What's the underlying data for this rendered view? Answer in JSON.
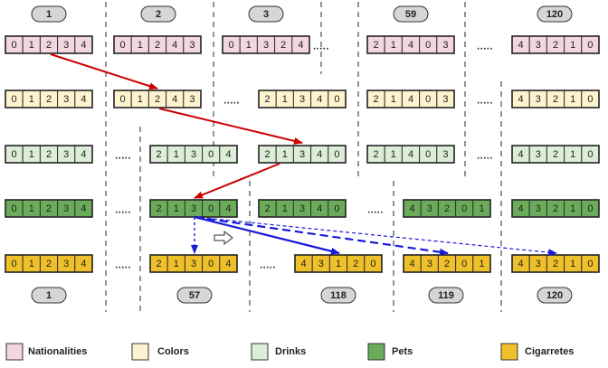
{
  "top_labels": [
    "1",
    "2",
    "3",
    "59",
    "120"
  ],
  "bottom_labels": [
    "1",
    "57",
    "118",
    "119",
    "120"
  ],
  "ellipsis": ".....",
  "colors": {
    "Nationalities": "#f2d7e0",
    "Colors": "#fdf3cf",
    "Drinks": "#dcedd8",
    "Pets": "#6aac5a",
    "Cigarretes": "#f0c02a",
    "red_arrow": "#cc0000",
    "blue_arrow": "#1a1adb"
  },
  "rows": [
    {
      "category": "Nationalities",
      "items": [
        {
          "type": "perm",
          "values": [
            "0",
            "1",
            "2",
            "3",
            "4"
          ]
        },
        {
          "type": "perm",
          "values": [
            "0",
            "1",
            "2",
            "4",
            "3"
          ]
        },
        {
          "type": "perm",
          "values": [
            "0",
            "1",
            "3",
            "2",
            "4"
          ]
        },
        {
          "type": "dots"
        },
        {
          "type": "perm",
          "values": [
            "2",
            "1",
            "4",
            "0",
            "3"
          ]
        },
        {
          "type": "dots"
        },
        {
          "type": "perm",
          "values": [
            "4",
            "3",
            "2",
            "1",
            "0"
          ]
        }
      ]
    },
    {
      "category": "Colors",
      "items": [
        {
          "type": "perm",
          "values": [
            "0",
            "1",
            "2",
            "3",
            "4"
          ]
        },
        {
          "type": "perm",
          "values": [
            "0",
            "1",
            "2",
            "4",
            "3"
          ]
        },
        {
          "type": "dots"
        },
        {
          "type": "perm",
          "values": [
            "2",
            "1",
            "3",
            "4",
            "0"
          ]
        },
        {
          "type": "perm",
          "values": [
            "2",
            "1",
            "4",
            "0",
            "3"
          ]
        },
        {
          "type": "dots"
        },
        {
          "type": "perm",
          "values": [
            "4",
            "3",
            "2",
            "1",
            "0"
          ]
        }
      ]
    },
    {
      "category": "Drinks",
      "items": [
        {
          "type": "perm",
          "values": [
            "0",
            "1",
            "2",
            "3",
            "4"
          ]
        },
        {
          "type": "dots"
        },
        {
          "type": "perm",
          "values": [
            "2",
            "1",
            "3",
            "0",
            "4"
          ]
        },
        {
          "type": "perm",
          "values": [
            "2",
            "1",
            "3",
            "4",
            "0"
          ]
        },
        {
          "type": "perm",
          "values": [
            "2",
            "1",
            "4",
            "0",
            "3"
          ]
        },
        {
          "type": "dots"
        },
        {
          "type": "perm",
          "values": [
            "4",
            "3",
            "2",
            "1",
            "0"
          ]
        }
      ]
    },
    {
      "category": "Pets",
      "items": [
        {
          "type": "perm",
          "values": [
            "0",
            "1",
            "2",
            "3",
            "4"
          ]
        },
        {
          "type": "dots"
        },
        {
          "type": "perm",
          "values": [
            "2",
            "1",
            "3",
            "0",
            "4"
          ]
        },
        {
          "type": "perm",
          "values": [
            "2",
            "1",
            "3",
            "4",
            "0"
          ]
        },
        {
          "type": "dots"
        },
        {
          "type": "perm",
          "values": [
            "4",
            "3",
            "2",
            "0",
            "1"
          ]
        },
        {
          "type": "perm",
          "values": [
            "4",
            "3",
            "2",
            "1",
            "0"
          ]
        }
      ]
    },
    {
      "category": "Cigarretes",
      "items": [
        {
          "type": "perm",
          "values": [
            "0",
            "1",
            "2",
            "3",
            "4"
          ]
        },
        {
          "type": "dots"
        },
        {
          "type": "perm",
          "values": [
            "2",
            "1",
            "3",
            "0",
            "4"
          ]
        },
        {
          "type": "dots"
        },
        {
          "type": "perm",
          "values": [
            "4",
            "3",
            "1",
            "2",
            "0"
          ]
        },
        {
          "type": "perm",
          "values": [
            "4",
            "3",
            "2",
            "0",
            "1"
          ]
        },
        {
          "type": "perm",
          "values": [
            "4",
            "3",
            "2",
            "1",
            "0"
          ]
        }
      ]
    }
  ],
  "legend": [
    {
      "label": "Nationalities",
      "color": "#f2d7e0"
    },
    {
      "label": "Colors",
      "color": "#fdf3cf"
    },
    {
      "label": "Drinks",
      "color": "#dcedd8"
    },
    {
      "label": "Pets",
      "color": "#6aac5a"
    },
    {
      "label": "Cigarretes",
      "color": "#f0c02a"
    }
  ]
}
